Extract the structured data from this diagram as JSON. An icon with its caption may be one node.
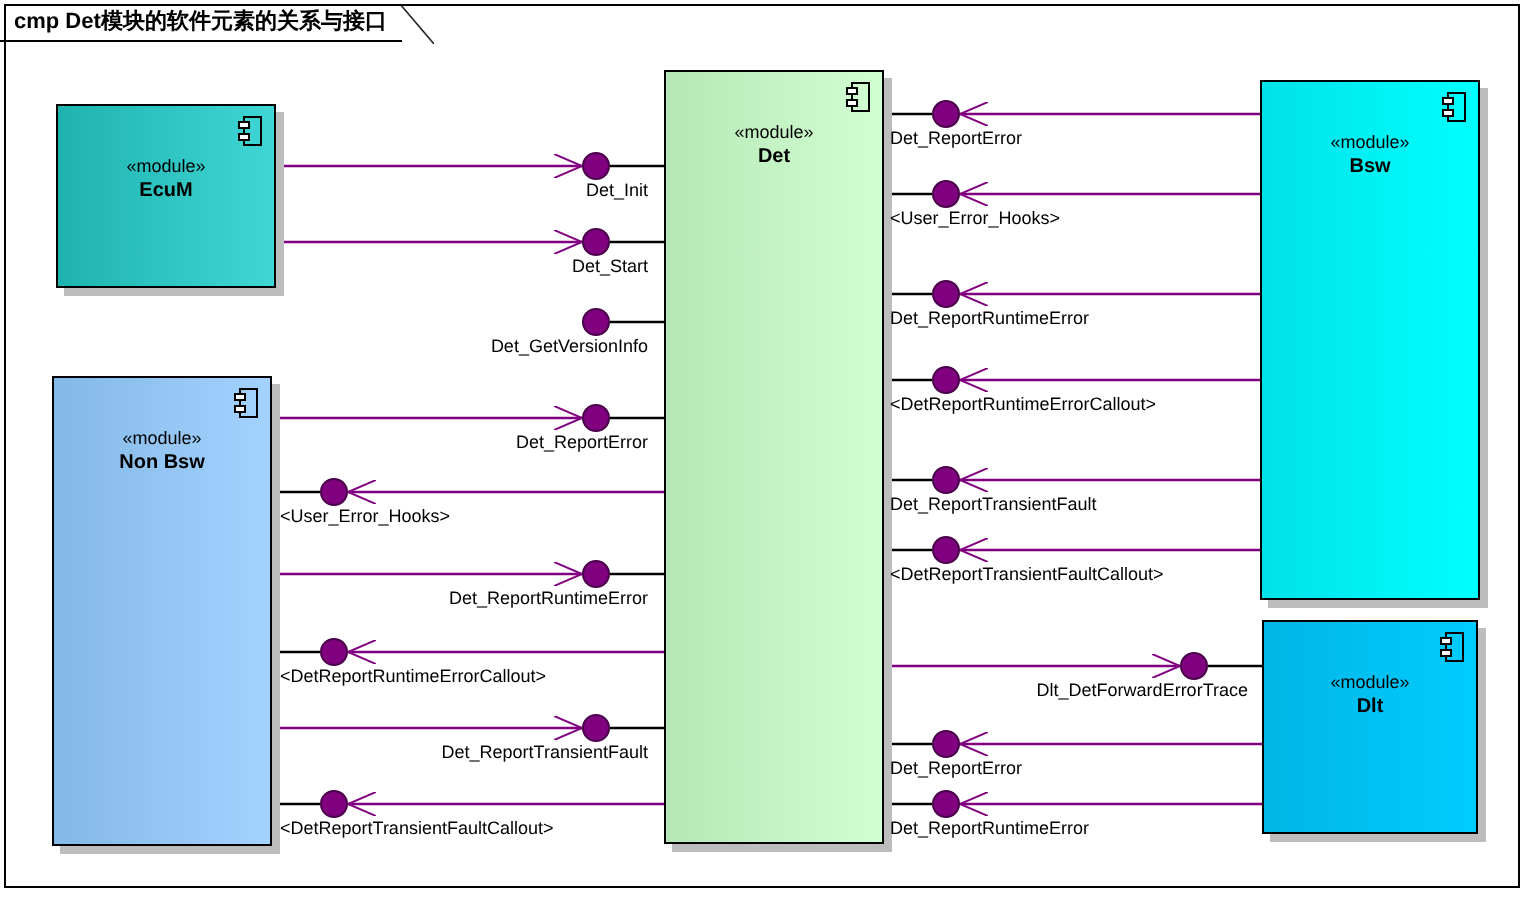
{
  "diagram": {
    "title": "cmp Det模块的软件元素的关系与接口",
    "nodes": [
      {
        "text": [
          "«module»",
          "EcuM"
        ]
      },
      {
        "text": [
          "«module»",
          "Non Bsw"
        ]
      },
      {
        "text": [
          "«module»",
          "Det"
        ]
      },
      {
        "text": [
          "«module»",
          "Bsw"
        ]
      },
      {
        "text": [
          "«module»",
          "Dlt"
        ]
      },
      {
        "text": [
          "Det_Init"
        ]
      },
      {
        "text": [
          "Det_Start"
        ]
      },
      {
        "text": [
          "Det_GetVersionInfo"
        ]
      },
      {
        "text": [
          "Det_ReportError"
        ]
      },
      {
        "text": [
          "<User_Error_Hooks>"
        ]
      },
      {
        "text": [
          "Det_ReportRuntimeError"
        ]
      },
      {
        "text": [
          "<DetReportRuntimeErrorCallout>"
        ]
      },
      {
        "text": [
          "Det_ReportTransientFault"
        ]
      },
      {
        "text": [
          "<DetReportTransientFaultCallout>"
        ]
      },
      {
        "text": [
          "Det_ReportError"
        ]
      },
      {
        "text": [
          "<User_Error_Hooks>"
        ]
      },
      {
        "text": [
          "Det_ReportRuntimeError"
        ]
      },
      {
        "text": [
          "<DetReportRuntimeErrorCallout>"
        ]
      },
      {
        "text": [
          "Det_ReportTransientFault"
        ]
      },
      {
        "text": [
          "<DetReportTransientFaultCallout>"
        ]
      },
      {
        "text": [
          "Dlt_DetForwardErrorTrace"
        ]
      },
      {
        "text": [
          "Det_ReportError"
        ]
      },
      {
        "text": [
          "Det_ReportRuntimeError"
        ]
      }
    ],
    "edges": [
      {
        "from": 2,
        "to": 5,
        "arrow": "none"
      },
      {
        "from": 0,
        "to": 5,
        "arrow": "to",
        "color": "#800080"
      },
      {
        "from": 2,
        "to": 6,
        "arrow": "none"
      },
      {
        "from": 0,
        "to": 6,
        "arrow": "to",
        "color": "#800080"
      },
      {
        "from": 2,
        "to": 7,
        "arrow": "none"
      },
      {
        "from": 2,
        "to": 8,
        "arrow": "none"
      },
      {
        "from": 1,
        "to": 8,
        "arrow": "to",
        "color": "#800080"
      },
      {
        "from": 1,
        "to": 9,
        "arrow": "none"
      },
      {
        "from": 2,
        "to": 9,
        "arrow": "to",
        "color": "#800080"
      },
      {
        "from": 2,
        "to": 10,
        "arrow": "none"
      },
      {
        "from": 1,
        "to": 10,
        "arrow": "to",
        "color": "#800080"
      },
      {
        "from": 1,
        "to": 11,
        "arrow": "none"
      },
      {
        "from": 2,
        "to": 11,
        "arrow": "to",
        "color": "#800080"
      },
      {
        "from": 2,
        "to": 12,
        "arrow": "none"
      },
      {
        "from": 1,
        "to": 12,
        "arrow": "to",
        "color": "#800080"
      },
      {
        "from": 1,
        "to": 13,
        "arrow": "none"
      },
      {
        "from": 2,
        "to": 13,
        "arrow": "to",
        "color": "#800080"
      },
      {
        "from": 2,
        "to": 14,
        "arrow": "none"
      },
      {
        "from": 3,
        "to": 14,
        "arrow": "to",
        "color": "#800080"
      },
      {
        "from": 2,
        "to": 15,
        "arrow": "none"
      },
      {
        "from": 3,
        "to": 15,
        "arrow": "to",
        "color": "#800080"
      },
      {
        "from": 2,
        "to": 16,
        "arrow": "none"
      },
      {
        "from": 3,
        "to": 16,
        "arrow": "to",
        "color": "#800080"
      },
      {
        "from": 2,
        "to": 17,
        "arrow": "none"
      },
      {
        "from": 3,
        "to": 17,
        "arrow": "to",
        "color": "#800080"
      },
      {
        "from": 2,
        "to": 18,
        "arrow": "none"
      },
      {
        "from": 3,
        "to": 18,
        "arrow": "to",
        "color": "#800080"
      },
      {
        "from": 2,
        "to": 19,
        "arrow": "none"
      },
      {
        "from": 3,
        "to": 19,
        "arrow": "to",
        "color": "#800080"
      },
      {
        "from": 4,
        "to": 20,
        "arrow": "none"
      },
      {
        "from": 2,
        "to": 20,
        "arrow": "to",
        "color": "#800080"
      },
      {
        "from": 2,
        "to": 21,
        "arrow": "none"
      },
      {
        "from": 4,
        "to": 21,
        "arrow": "to",
        "color": "#800080"
      },
      {
        "from": 2,
        "to": 22,
        "arrow": "none"
      },
      {
        "from": 4,
        "to": 22,
        "arrow": "to",
        "color": "#800080"
      }
    ]
  }
}
